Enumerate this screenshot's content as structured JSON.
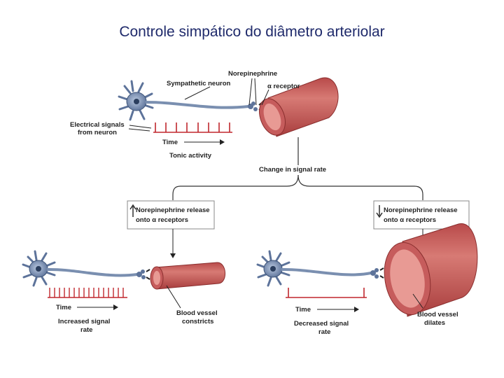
{
  "title": "Controle simpático do diâmetro arteriolar",
  "top": {
    "sympathetic_neuron": "Sympathetic neuron",
    "norepinephrine": "Norepinephrine",
    "alpha_receptor": "α receptor",
    "electrical_signals_line1": "Electrical signals",
    "electrical_signals_line2": "from neuron",
    "time": "Time",
    "tonic_activity": "Tonic activity",
    "change_in_signal_rate": "Change in signal rate"
  },
  "left": {
    "box_line1": "Norepinephrine release",
    "box_line2": "onto α receptors",
    "box_arrow": "up",
    "time": "Time",
    "rate_line1": "Increased signal",
    "rate_line2": "rate",
    "vessel_line1": "Blood vessel",
    "vessel_line2": "constricts"
  },
  "right": {
    "box_line1": "Norepinephrine release",
    "box_line2": "onto α receptors",
    "box_arrow": "down",
    "time": "Time",
    "rate_line1": "Decreased signal",
    "rate_line2": "rate",
    "vessel_line1": "Blood vessel",
    "vessel_line2": "dilates"
  },
  "colors": {
    "title": "#1f2a6b",
    "neuron": "#7a8fb0",
    "vessel": "#c65c5c",
    "vessel_inner": "#e89a94",
    "spikes": "#c0272d"
  }
}
